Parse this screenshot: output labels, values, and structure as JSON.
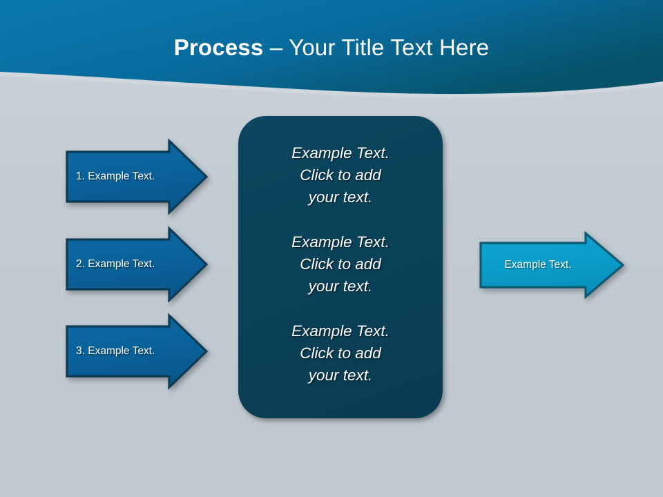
{
  "slide": {
    "title_bold": "Process",
    "title_rest": " – Your Title Text Here",
    "background_color": "#c3ccd3",
    "header_color_top": "#0b7bb5",
    "header_color_bottom": "#07536f"
  },
  "left_arrows": [
    {
      "label": "1. Example Text.",
      "fill": "#0a6199",
      "stroke": "#0c3b55"
    },
    {
      "label": "2. Example Text.",
      "fill": "#0a6199",
      "stroke": "#0c3b55"
    },
    {
      "label": "3. Example Text.",
      "fill": "#0a6199",
      "stroke": "#0c3b55"
    }
  ],
  "center_panel": {
    "fill": "#0a4259",
    "blocks": [
      "Example Text.\nClick  to add\nyour text.",
      "Example Text.\nClick  to add\nyour text.",
      "Example Text.\nClick  to add\nyour text."
    ]
  },
  "right_arrow": {
    "label": "Example Text.",
    "fill": "#0a9cc8",
    "stroke": "#0c5a74"
  }
}
